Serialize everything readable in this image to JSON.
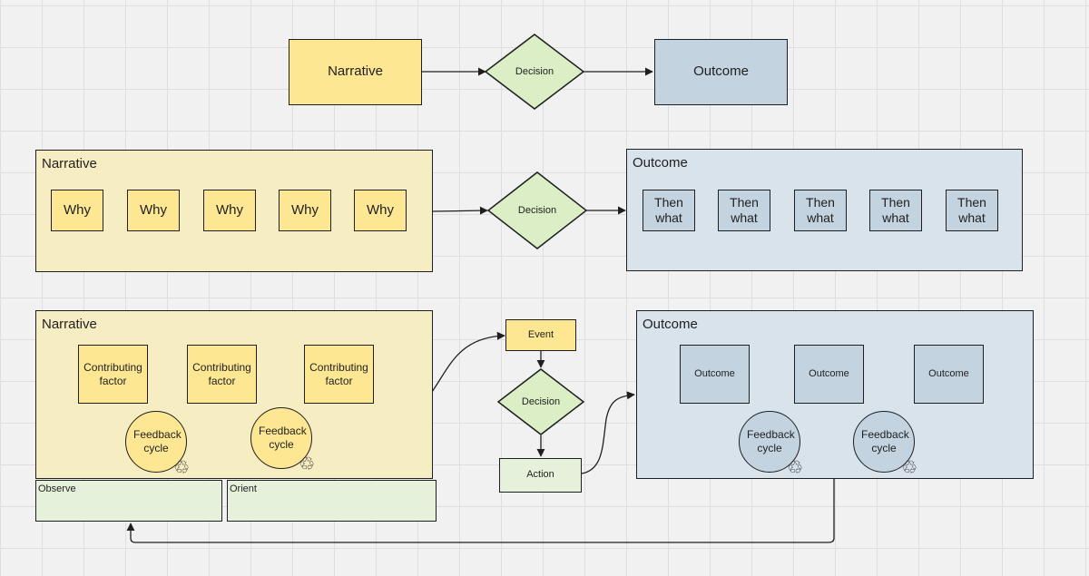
{
  "row1": {
    "narrative": "Narrative",
    "decision": "Decision",
    "outcome": "Outcome"
  },
  "row2": {
    "narrative_label": "Narrative",
    "whys": [
      "Why",
      "Why",
      "Why",
      "Why",
      "Why"
    ],
    "decision": "Decision",
    "outcome_label": "Outcome",
    "then_whats": [
      "Then what",
      "Then what",
      "Then what",
      "Then what",
      "Then what"
    ]
  },
  "row3": {
    "narrative_label": "Narrative",
    "factors": [
      "Contributing factor",
      "Contributing factor",
      "Contributing factor"
    ],
    "feedback": [
      "Feedback cycle",
      "Feedback cycle"
    ],
    "observe": "Observe",
    "orient": "Orient",
    "event": "Event",
    "decision": "Decision",
    "action": "Action",
    "outcome_label": "Outcome",
    "outcomes": [
      "Outcome",
      "Outcome",
      "Outcome"
    ],
    "outcome_feedback": [
      "Feedback cycle",
      "Feedback cycle"
    ]
  },
  "icons": {
    "recycle": "♲"
  },
  "colors": {
    "yellow": "#fde793",
    "blue": "#c3d3e0",
    "green": "#dbeec6"
  }
}
